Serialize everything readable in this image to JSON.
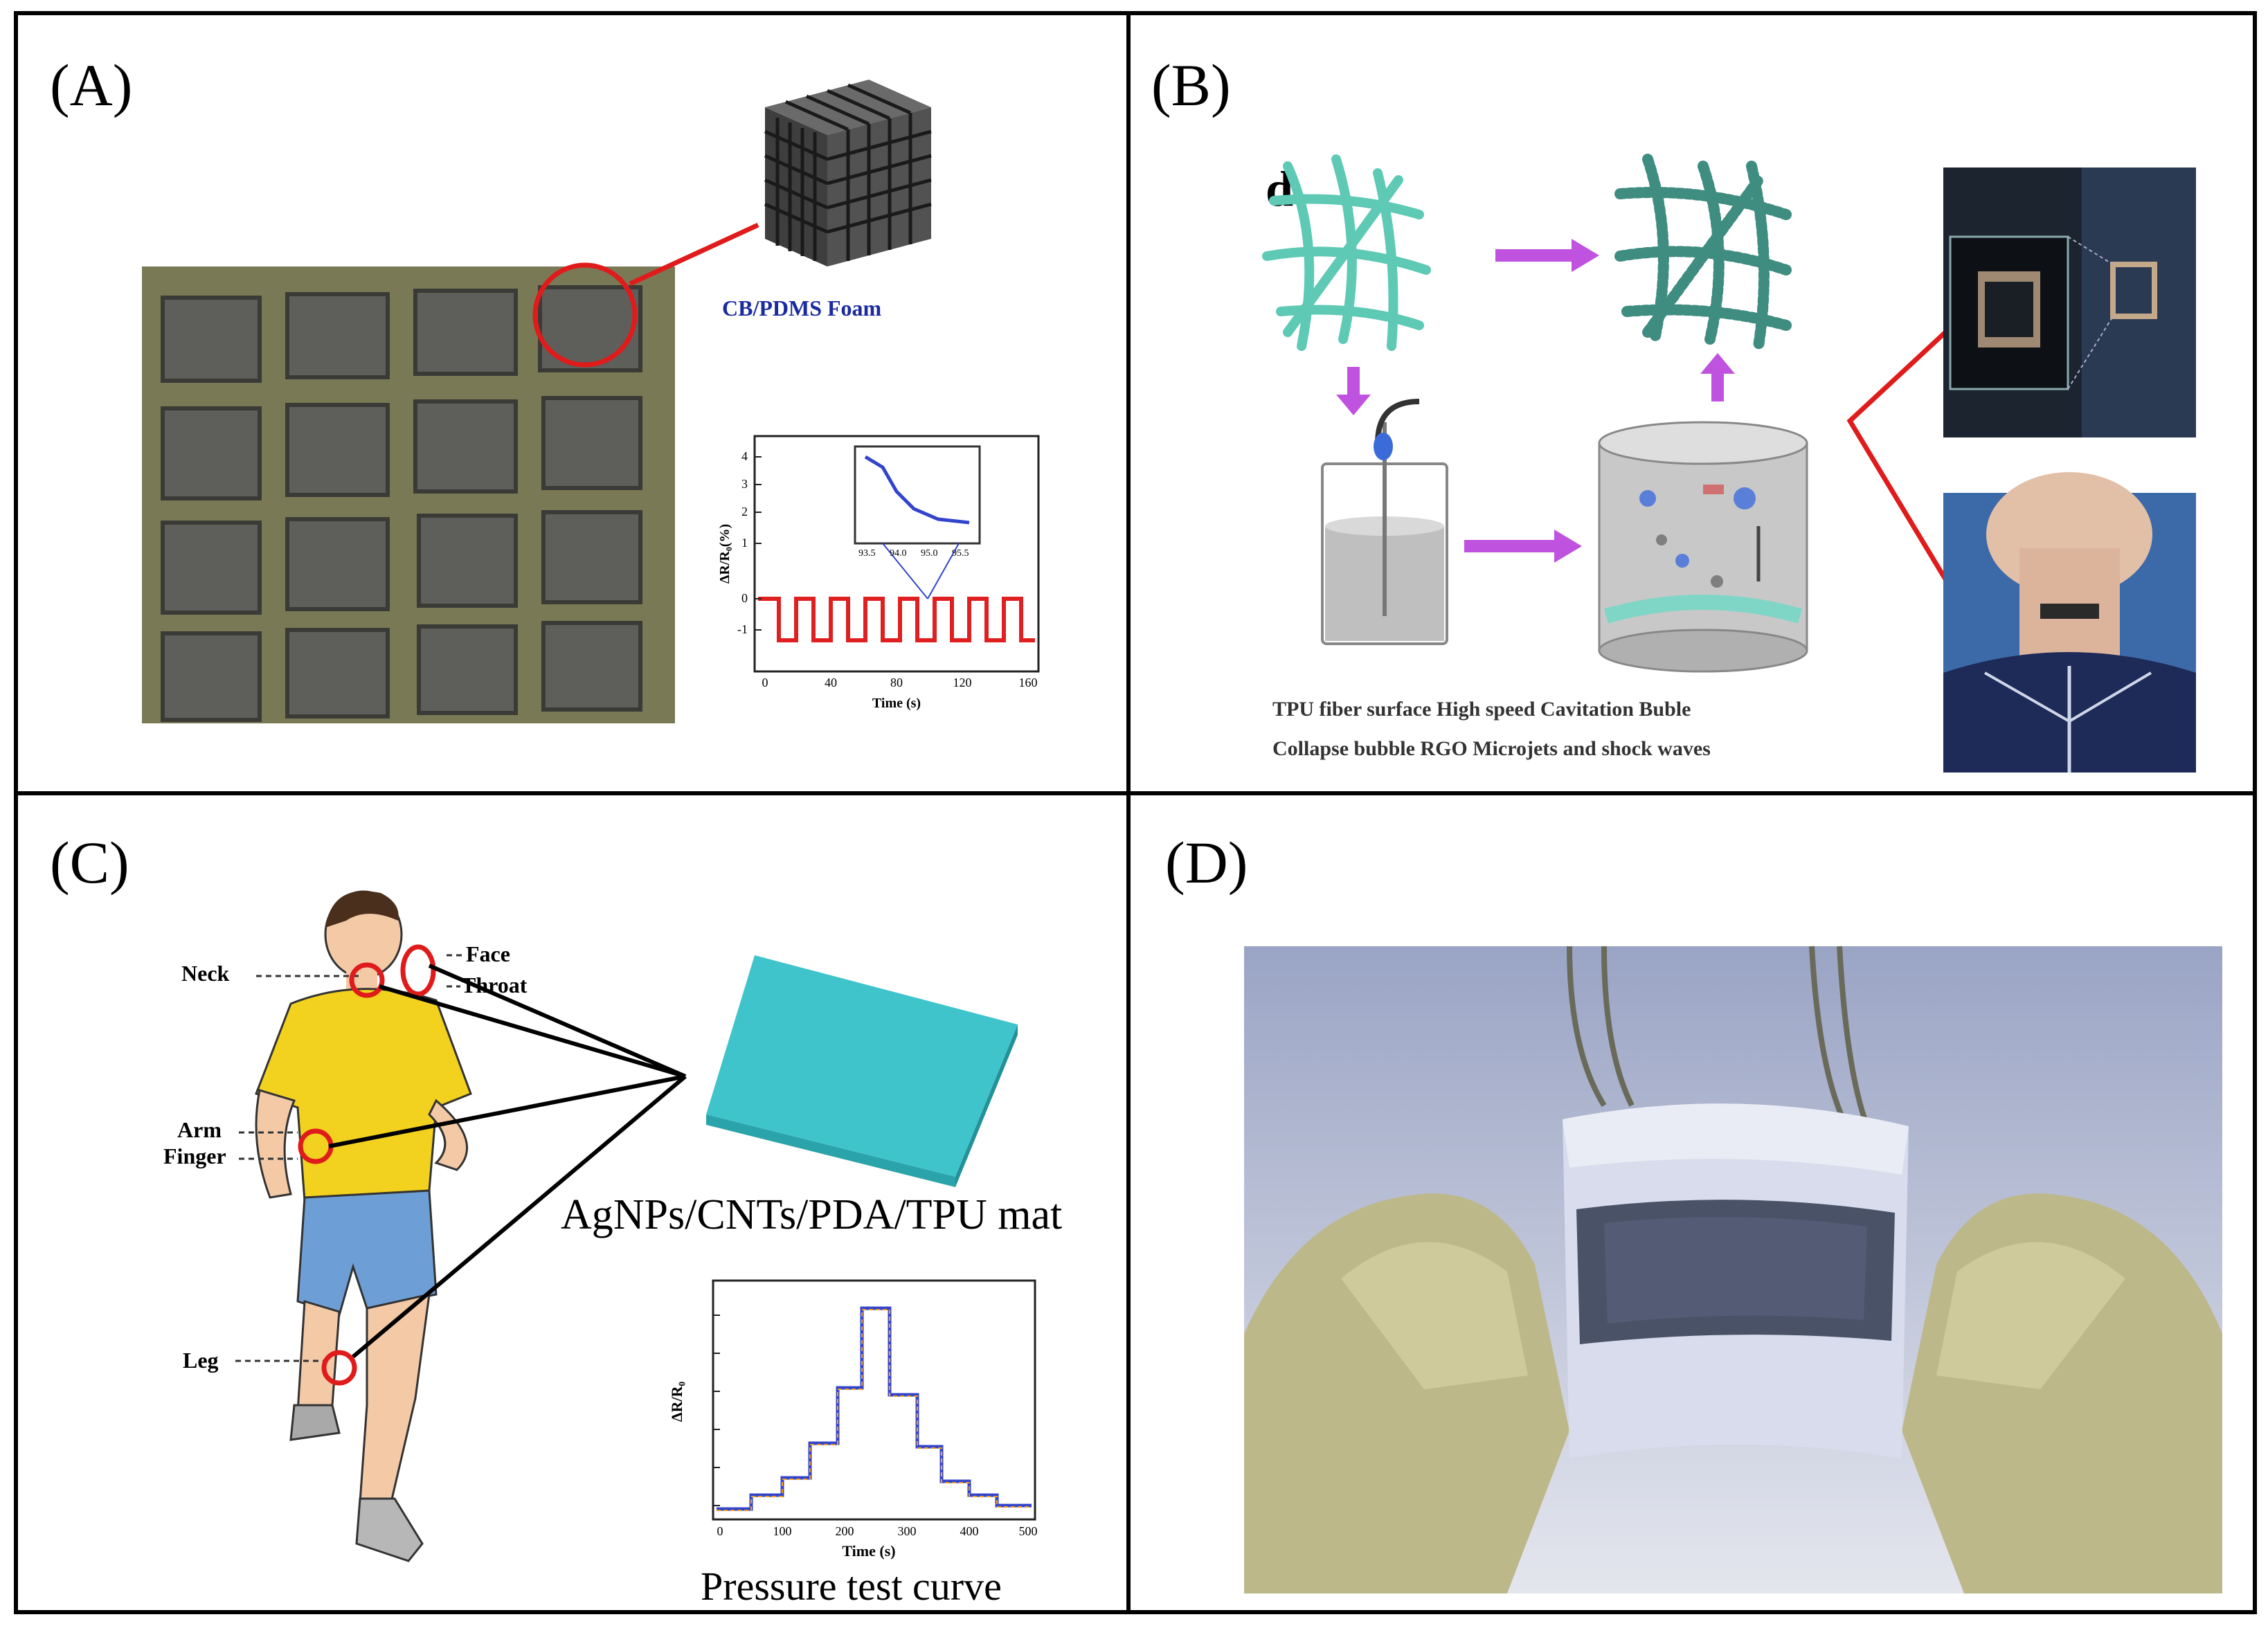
{
  "panels": {
    "a": {
      "label": "(A)",
      "foam_label": "CB/PDMS Foam",
      "inset_chart": {
        "ylabel": "ΔR/R₀(%)",
        "xlabel": "Time (s)",
        "yticks": [
          "4",
          "3",
          "2",
          "1",
          "0",
          "-1"
        ],
        "xticks": [
          "0",
          "40",
          "80",
          "120",
          "160"
        ],
        "zoom_ticks": [
          "93.5",
          "94.0",
          "95.0",
          "95.5"
        ]
      }
    },
    "b": {
      "label": "(B)",
      "letter": "d",
      "legend_line1": "TPU fiber surface  High speed  Cavitation Buble",
      "legend_line2": "Collapse bubble  RGO  Microjets and shock waves"
    },
    "c": {
      "label": "(C)",
      "body_labels": {
        "neck": "Neck",
        "face": "Face",
        "throat": "Throat",
        "arm": "Arm",
        "finger": "Finger",
        "leg": "Leg"
      },
      "mat_caption": "AgNPs/CNTs/PDA/TPU mat",
      "curve_caption": "Pressure test curve",
      "inset_chart": {
        "ylabel": "ΔR/R₀",
        "xlabel": "Time (s)",
        "xticks": [
          "0",
          "100",
          "200",
          "300",
          "400",
          "500"
        ]
      }
    },
    "d": {
      "label": "(D)"
    }
  },
  "colors": {
    "highlight_red": "#e01b1b",
    "arrow_purple": "#c052e0",
    "fiber_teal": "#5ec9b4",
    "foam_label_blue": "#1a2aa0",
    "curve_red": "#e02020",
    "curve_blue": "#3344cc",
    "mat_cyan": "#40c4cc",
    "shirt_yellow": "#f2d21e",
    "shorts_blue": "#6d9fd6"
  }
}
